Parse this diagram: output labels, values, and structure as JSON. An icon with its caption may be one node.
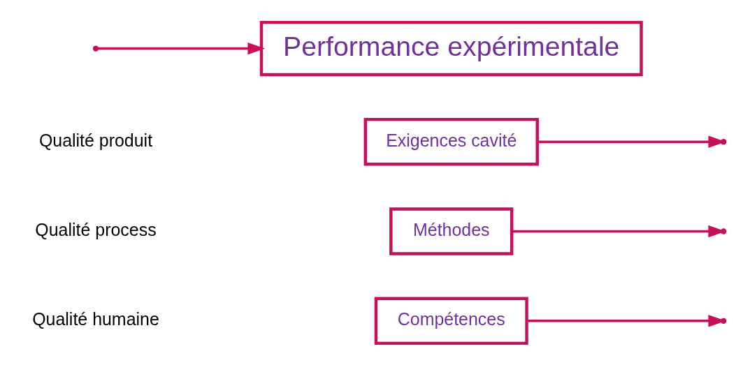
{
  "diagram": {
    "nodes": [
      {
        "text": [
          "Compétences"
        ]
      },
      {
        "text": [
          "Méthodes"
        ]
      },
      {
        "text": [
          "Exigences cavité"
        ]
      },
      {
        "text": [
          "Performance expérimentale"
        ]
      }
    ],
    "edges": [
      {
        "from": 0,
        "to": null,
        "arrow": "to"
      },
      {
        "from": 1,
        "to": null,
        "arrow": "to"
      },
      {
        "from": 2,
        "to": null,
        "arrow": "to"
      },
      {
        "from": null,
        "to": 3,
        "arrow": "to"
      }
    ],
    "labels": [
      "Qualité humaine",
      "Qualité process",
      "Qualité produit"
    ]
  }
}
